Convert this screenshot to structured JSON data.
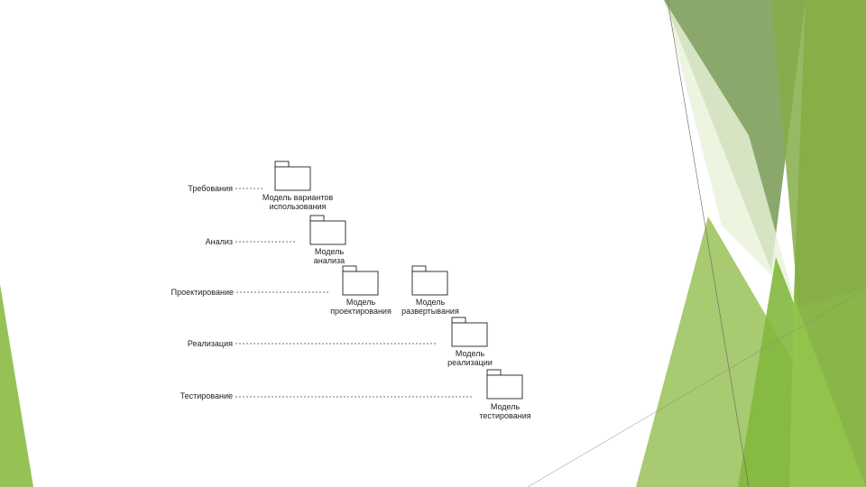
{
  "diagram": {
    "stages": [
      {
        "label": "Требования"
      },
      {
        "label": "Анализ"
      },
      {
        "label": "Проектирование"
      },
      {
        "label": "Реализация"
      },
      {
        "label": "Тестирование"
      }
    ],
    "packages": [
      {
        "label_line1": "Модель вариантов",
        "label_line2": "использования"
      },
      {
        "label_line1": "Модель",
        "label_line2": "анализа"
      },
      {
        "label_line1": "Модель",
        "label_line2": "проектирования"
      },
      {
        "label_line1": "Модель",
        "label_line2": "развертывания"
      },
      {
        "label_line1": "Модель",
        "label_line2": "реализации"
      },
      {
        "label_line1": "Модель",
        "label_line2": "тестирования"
      }
    ]
  },
  "theme": {
    "accent_green": "#8cb84a",
    "accent_dark_green": "#7a9e52",
    "accent_light_green": "#a4cc68"
  }
}
